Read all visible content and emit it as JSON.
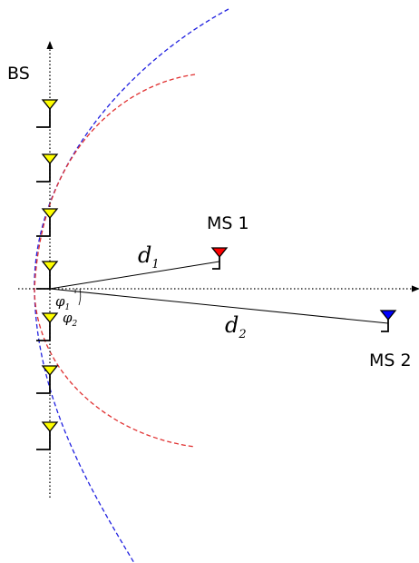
{
  "labels": {
    "bs": "BS",
    "ms1": "MS 1",
    "ms2": "MS 2",
    "d1_base": "d",
    "d1_sub": "1",
    "d2_base": "d",
    "d2_sub": "2",
    "phi1_base": "φ",
    "phi1_sub": "1",
    "phi2_base": "φ",
    "phi2_sub": "2"
  },
  "colors": {
    "bs_antenna": "#ffff00",
    "ms1_antenna": "#ff0000",
    "ms2_antenna": "#0000ff",
    "arc_ms1": "#e03030",
    "arc_ms2": "#2020e0",
    "axis": "#000000"
  },
  "antennas": {
    "bs_count": 7,
    "ms1_icon": "antenna-icon",
    "ms2_icon": "antenna-icon"
  }
}
